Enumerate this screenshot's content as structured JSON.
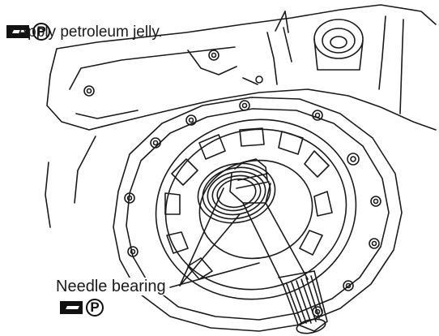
{
  "legend": {
    "grease_icon": "grease-applicator-icon",
    "symbol": "P",
    "text": ": Apply petroleum jelly."
  },
  "callouts": [
    {
      "label": "Needle bearing",
      "symbol": "P",
      "icon": "grease-applicator-icon"
    }
  ],
  "colors": {
    "ink": "#111111",
    "background": "#ffffff"
  }
}
